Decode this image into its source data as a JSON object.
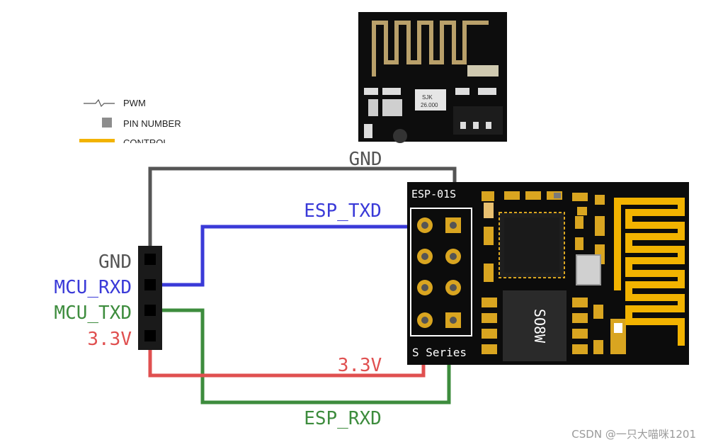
{
  "legend": {
    "pwm": "PWM",
    "pin_number": "PIN NUMBER",
    "control": "CONTROL"
  },
  "header_pins": {
    "gnd": "GND",
    "mcu_rxd": "MCU_RXD",
    "mcu_txd": "MCU_TXD",
    "v33": "3.3V"
  },
  "wire_labels": {
    "gnd": "GND",
    "esp_txd": "ESP_TXD",
    "v33": "3.3V",
    "esp_rxd": "ESP_RXD"
  },
  "module": {
    "name": "ESP-01S",
    "series": "S Series",
    "chip_label": "SO8W",
    "crystal_top": "SJK",
    "crystal_bottom": "26.000"
  },
  "colors": {
    "gnd_wire": "#555555",
    "txd_wire": "#3a3ad8",
    "rxd_wire": "#3d8c3d",
    "power_wire": "#e05050",
    "antenna": "#f2b300",
    "board": "#0c0c0c"
  },
  "watermark": "CSDN @一只大喵咪1201"
}
